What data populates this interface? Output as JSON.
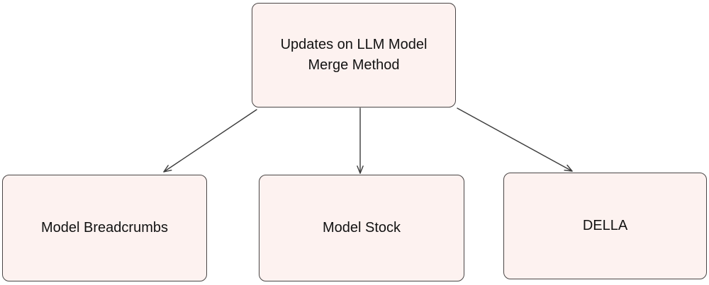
{
  "diagram": {
    "root": {
      "label": "Updates on LLM Model Merge Method"
    },
    "children": [
      {
        "label": "Model Breadcrumbs"
      },
      {
        "label": "Model Stock"
      },
      {
        "label": "DELLA"
      }
    ],
    "colors": {
      "background": "#ffffff",
      "node_fill": "#fdf2f0",
      "node_border": "#4a4646",
      "arrow": "#3b3b3b",
      "text": "#121212"
    }
  }
}
